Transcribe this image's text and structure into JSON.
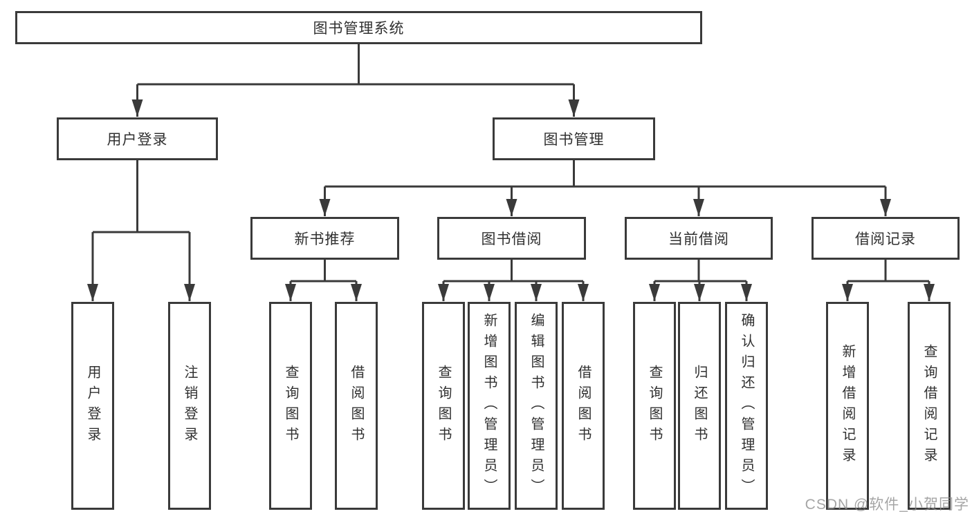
{
  "colors": {
    "line": "#3a3a3a",
    "text": "#303030",
    "background": "#ffffff",
    "watermark": "#8c8c8c"
  },
  "root": {
    "label": "图书管理系统"
  },
  "level2": [
    {
      "label": "用户登录"
    },
    {
      "label": "图书管理"
    }
  ],
  "level3": [
    {
      "label": "新书推荐",
      "parent": "图书管理"
    },
    {
      "label": "图书借阅",
      "parent": "图书管理"
    },
    {
      "label": "当前借阅",
      "parent": "图书管理"
    },
    {
      "label": "借阅记录",
      "parent": "图书管理"
    }
  ],
  "leaves": [
    {
      "label": "用户登录",
      "parent": "用户登录"
    },
    {
      "label": "注销登录",
      "parent": "用户登录"
    },
    {
      "label": "查询图书",
      "parent": "新书推荐"
    },
    {
      "label": "借阅图书",
      "parent": "新书推荐"
    },
    {
      "label": "查询图书",
      "parent": "图书借阅"
    },
    {
      "label": "新增图书（管理员）",
      "parent": "图书借阅"
    },
    {
      "label": "编辑图书（管理员）",
      "parent": "图书借阅"
    },
    {
      "label": "借阅图书",
      "parent": "图书借阅"
    },
    {
      "label": "查询图书",
      "parent": "当前借阅"
    },
    {
      "label": "归还图书",
      "parent": "当前借阅"
    },
    {
      "label": "确认归还（管理员）",
      "parent": "当前借阅"
    },
    {
      "label": "新增借阅记录",
      "parent": "借阅记录"
    },
    {
      "label": "查询借阅记录",
      "parent": "借阅记录"
    }
  ],
  "watermark": "CSDN @软件_小贺同学"
}
